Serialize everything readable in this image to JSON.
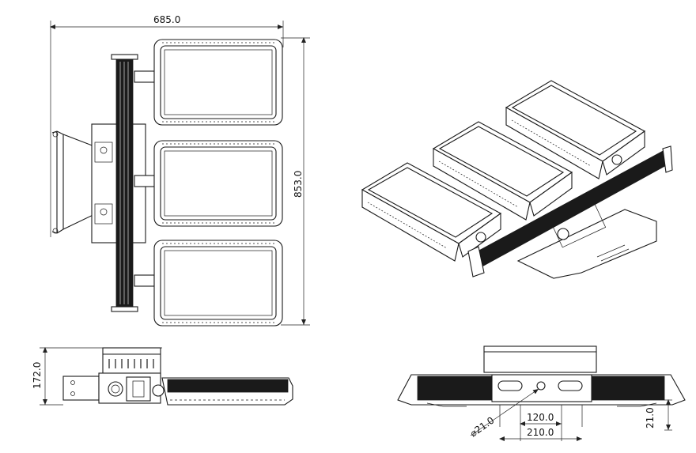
{
  "dimensions": {
    "width_total": "685.0",
    "height_total": "853.0",
    "side_height": "172.0",
    "hole_diameter": "⌀21.0",
    "hole_spacing": "120.0",
    "bracket_width": "210.0",
    "edge_offset": "21.0"
  }
}
